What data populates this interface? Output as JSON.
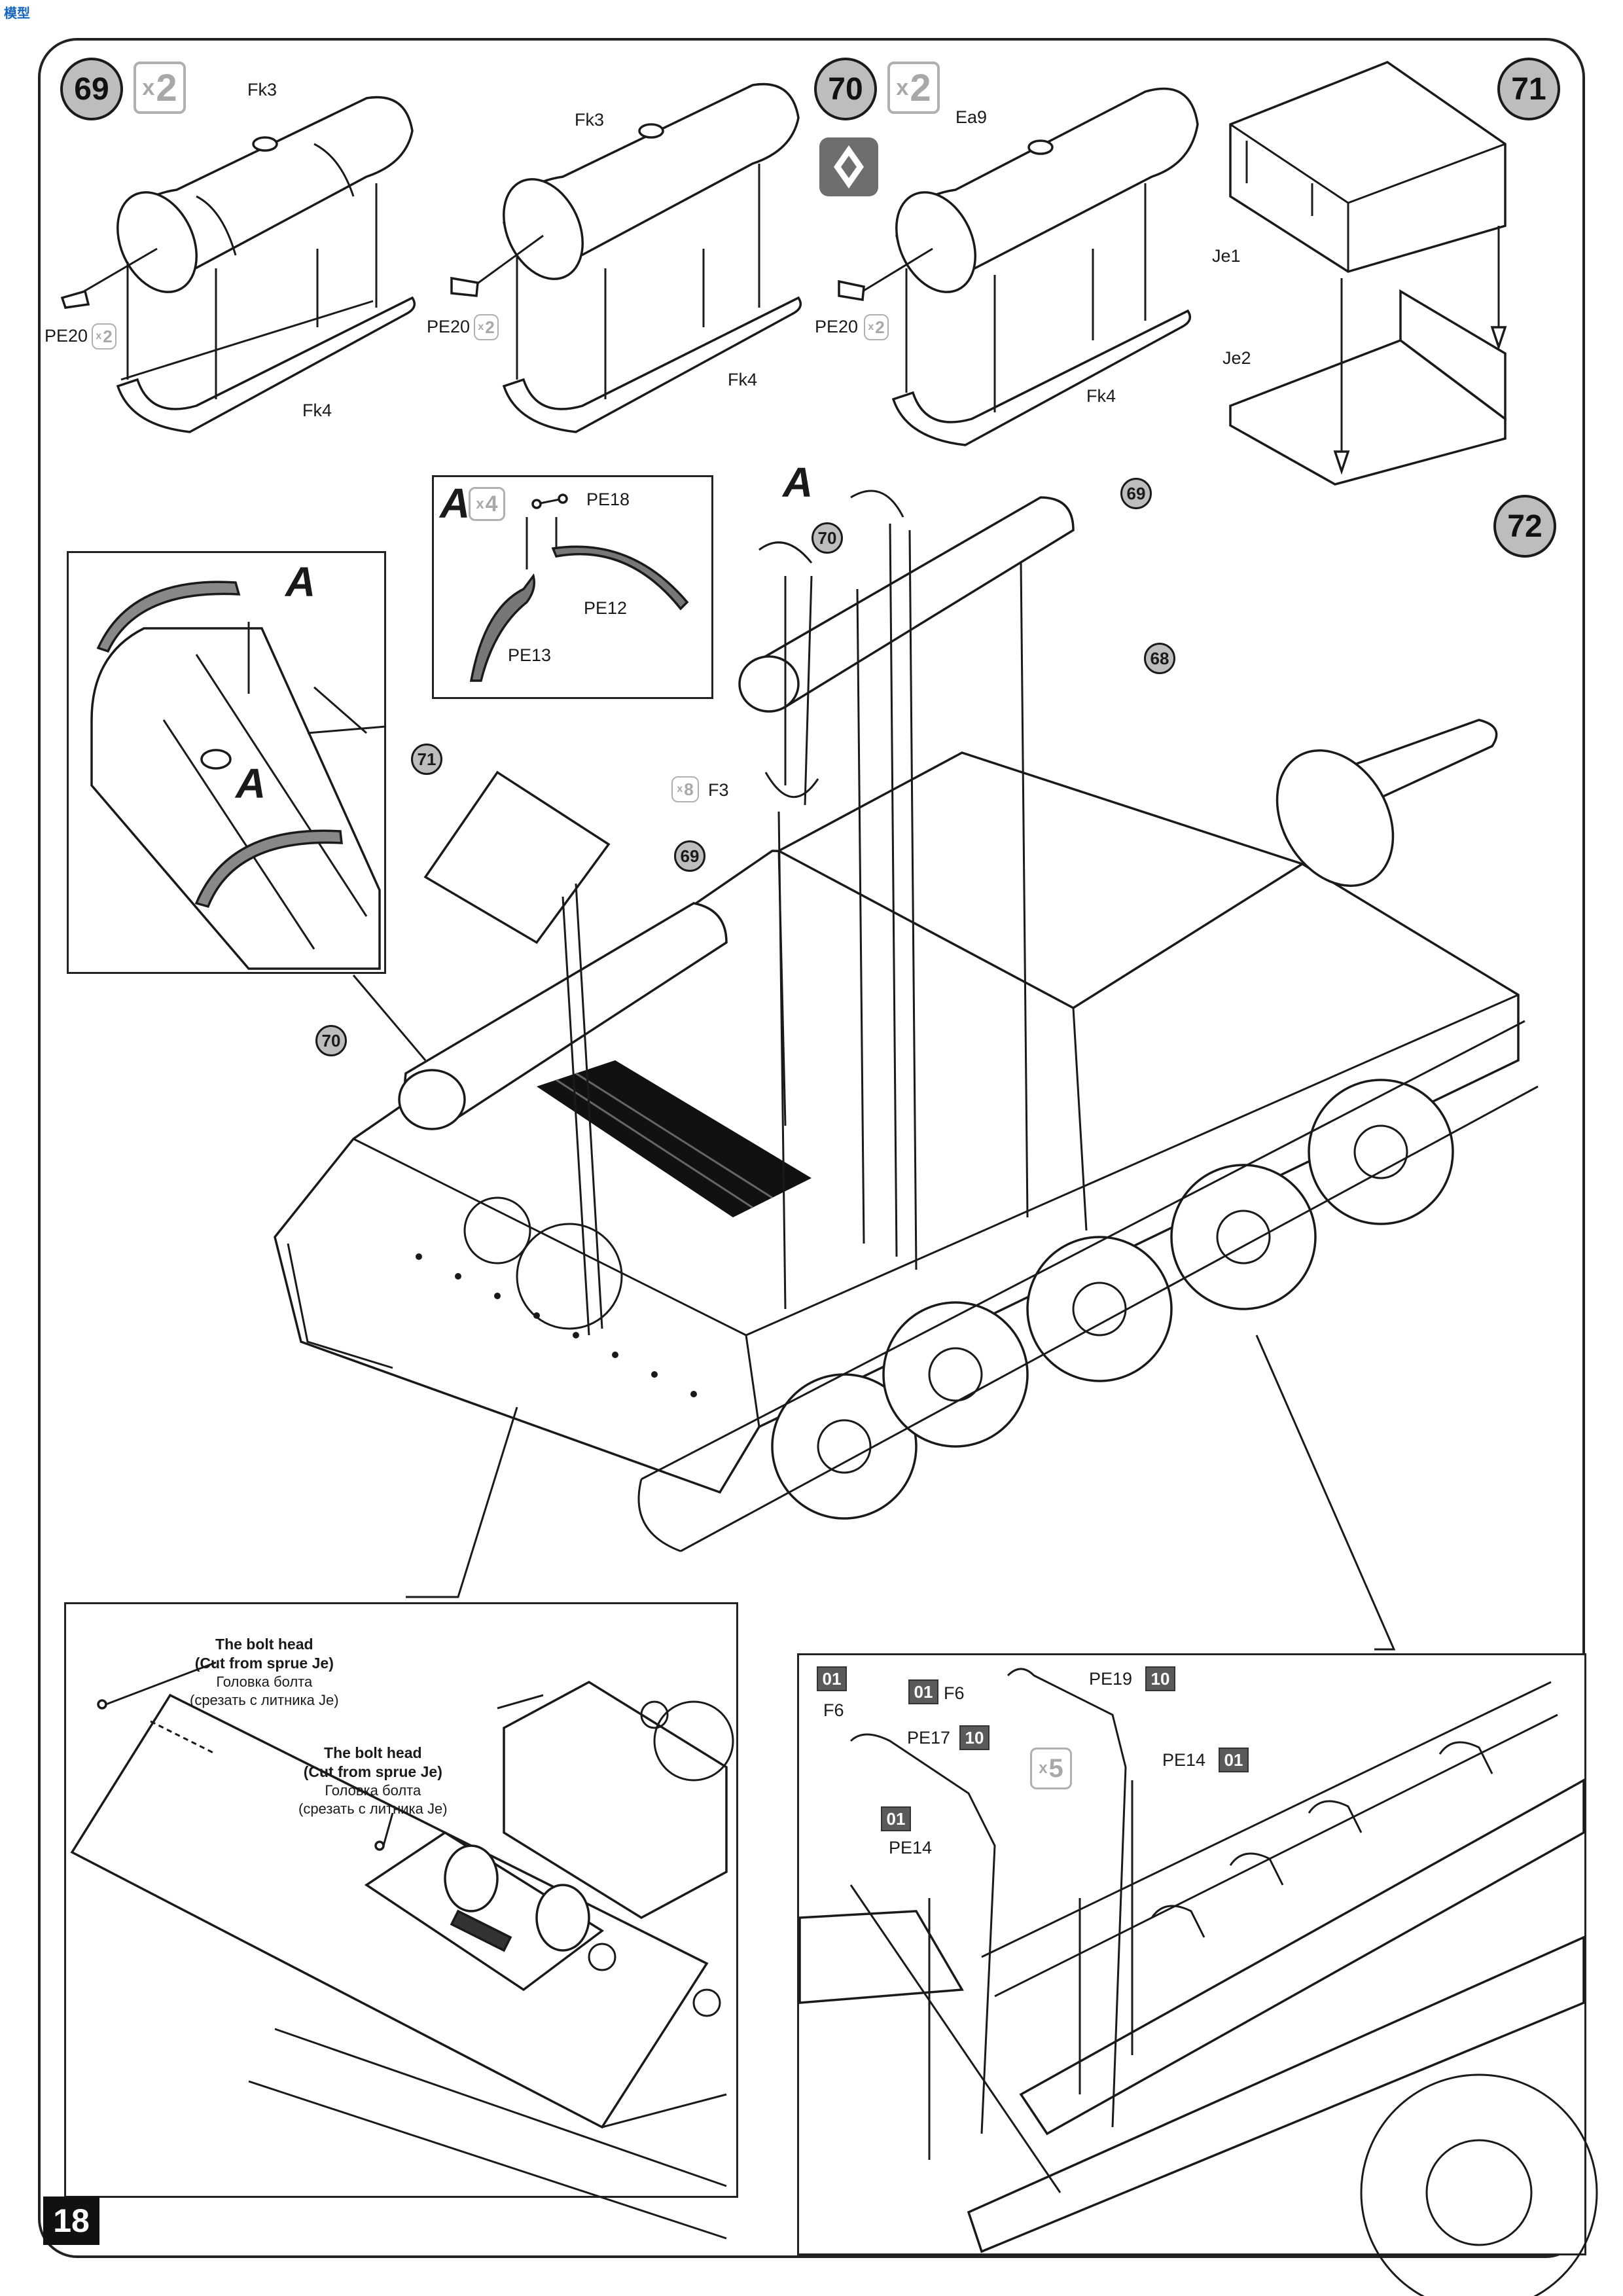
{
  "logo": {
    "text": "模型"
  },
  "page_number": "18",
  "steps": [
    {
      "number": "69",
      "multiplier": "2"
    },
    {
      "number": "70",
      "multiplier": "2"
    },
    {
      "number": "71"
    },
    {
      "number": "72"
    }
  ],
  "step69_labels": {
    "top": "Fk3",
    "bottom": "Fk4",
    "pe": "PE20",
    "pe_mult": "2"
  },
  "step69b_labels": {
    "top": "Fk3",
    "bottom": "Fk4",
    "pe": "PE20",
    "pe_mult": "2"
  },
  "step70_labels": {
    "top": "Ea9",
    "bottom": "Fk4",
    "pe": "PE20",
    "pe_mult": "2"
  },
  "step71_labels": {
    "top": "Je1",
    "bottom": "Je2"
  },
  "sub_a": {
    "letter": "A",
    "mult": "4",
    "pe18": "PE18",
    "pe12": "PE12",
    "pe13": "PE13"
  },
  "main_labels": {
    "a1": "A",
    "a2": "A",
    "ref69_top": "69",
    "ref70_top": "70",
    "ref68": "68",
    "ref71": "71",
    "ref69": "69",
    "ref70": "70",
    "f3_mult": "8",
    "f3": "F3"
  },
  "detail_top_left": {
    "a1": "A",
    "a2": "A"
  },
  "bottom_left_notes": [
    {
      "en": "The bolt head",
      "en2": "(Cut from sprue Je)",
      "ru": "Головка болта",
      "ru2": "(срезать с литника Je)"
    },
    {
      "en": "The bolt head",
      "en2": "(Cut from sprue Je)",
      "ru": "Головка болта",
      "ru2": "(срезать с литника Je)"
    }
  ],
  "bottom_right": {
    "tags": [
      "01",
      "01",
      "10",
      "10",
      "01",
      "01"
    ],
    "f6a": "F6",
    "f6b": "F6",
    "pe17": "PE17",
    "pe19": "PE19",
    "pe14a": "PE14",
    "pe14b": "PE14",
    "mult": "5"
  }
}
